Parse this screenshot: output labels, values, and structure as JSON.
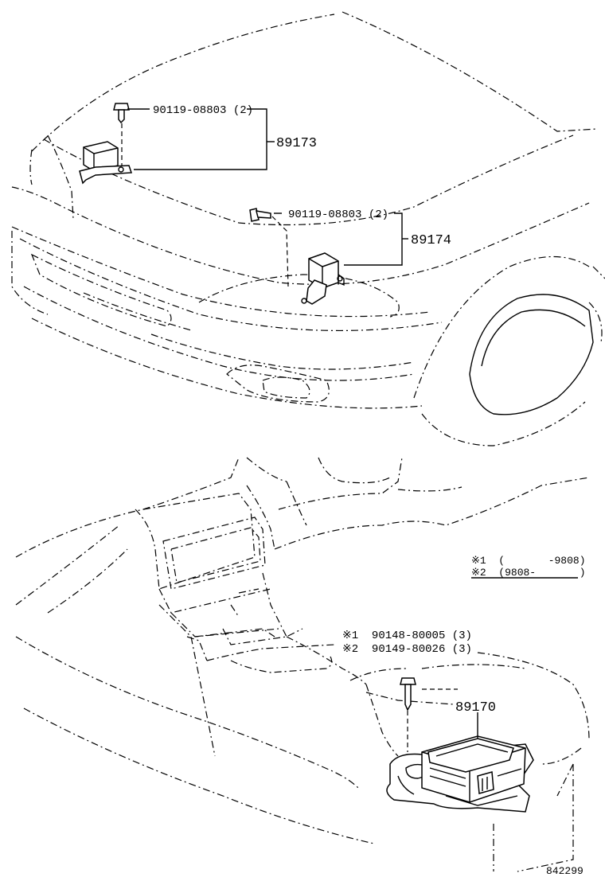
{
  "parts": {
    "bolt_front_1": "90119-08803 (2)",
    "sensor_left": "89173",
    "bolt_front_2": "90119-08803 (2)",
    "sensor_right": "89174",
    "console_bolt_1": "※1  90148-80005 (3)",
    "console_bolt_2": "※2  90149-80026 (3)",
    "airbag_computer": "89170"
  },
  "legend": {
    "note_1": "※1  (       -9808)",
    "note_2": "※2  (9808-       )"
  },
  "figure_id": "842299"
}
